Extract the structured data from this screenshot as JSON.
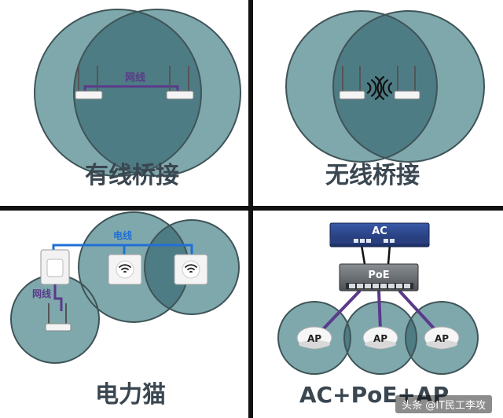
{
  "colors": {
    "circle_fill": "#7fa8ad",
    "circle_stroke": "#3f5457",
    "overlap_fill": "#4e7c84",
    "cable_blue": "#1f6fd6",
    "cable_purple": "#5a3a8a",
    "divider": "#111111",
    "caption": "#3a4650"
  },
  "panels": {
    "wired_bridge": {
      "caption": "有线桥接",
      "cable_label": "网线"
    },
    "wireless_bridge": {
      "caption": "无线桥接"
    },
    "powerline": {
      "caption": "电力猫",
      "power_label": "电线",
      "cable_label": "网线"
    },
    "ac_poe_ap": {
      "caption": "AC+PoE+AP",
      "ac_label": "AC",
      "poe_label": "PoE",
      "ap_labels": [
        "AP",
        "AP",
        "AP"
      ]
    }
  },
  "watermark": "头条 @IT民工李攻"
}
